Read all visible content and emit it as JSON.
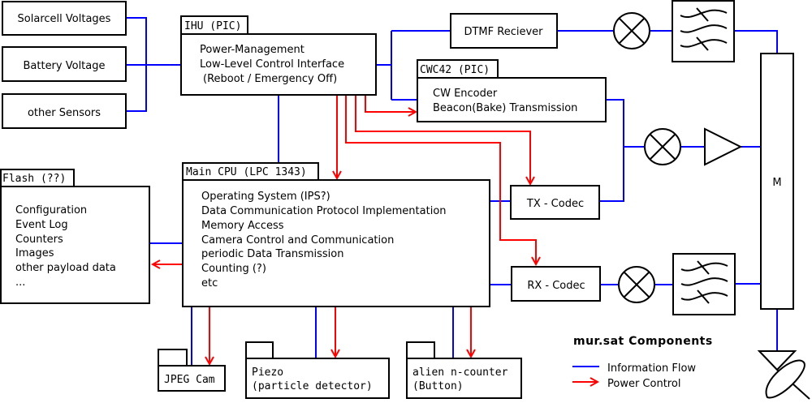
{
  "sensors": [
    "Solarcell Voltages",
    "Battery Voltage",
    "other Sensors"
  ],
  "ihu": {
    "label": "IHU (PIC)",
    "lines": [
      "Power-Management",
      "Low-Level Control Interface",
      "(Reboot / Emergency Off)"
    ]
  },
  "dtmf": "DTMF Reciever",
  "cwc42": {
    "label": "CWC42 (PIC)",
    "lines": [
      "CW Encoder",
      "Beacon(Bake) Transmission"
    ]
  },
  "main_cpu": {
    "label": "Main CPU (LPC 1343)",
    "lines": [
      "Operating System (IPS?)",
      "Data Communication Protocol Implementation",
      "Memory Access",
      "Camera Control and Communication",
      "periodic Data Transmission",
      "Counting (?)",
      "etc"
    ]
  },
  "flash": {
    "label": "Flash (??)",
    "lines": [
      "Configuration",
      "Event Log",
      "Counters",
      "Images",
      "other payload data",
      "..."
    ]
  },
  "tx_codec": "TX - Codec",
  "rx_codec": "RX - Codec",
  "multiplexer": "M",
  "payloads": {
    "jpeg": [
      "JPEG Cam"
    ],
    "piezo": [
      "Piezo",
      "(particle detector)"
    ],
    "alien": [
      "alien n-counter",
      "(Button)"
    ]
  },
  "legend": {
    "title": "mur.sat Components",
    "information_flow": "Information Flow",
    "power_control": "Power Control",
    "information_color": "#0000ff",
    "power_color": "#ff0000"
  },
  "icons": [
    "mixer-icon",
    "filter-icon",
    "amplifier-icon",
    "antenna-dish-icon"
  ]
}
